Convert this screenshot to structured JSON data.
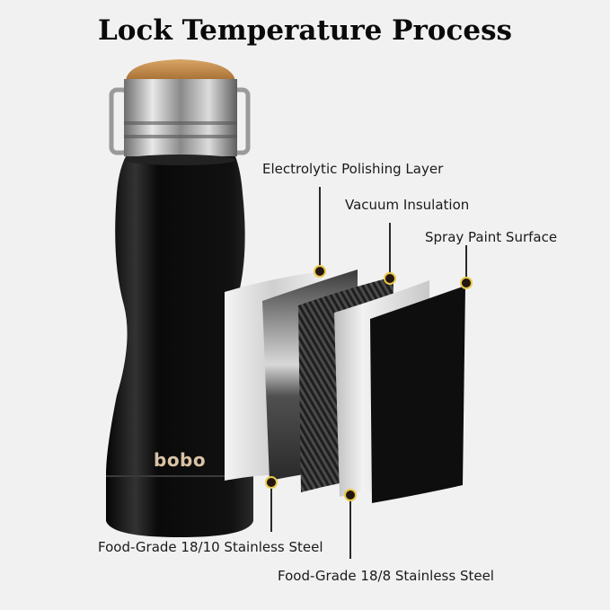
{
  "title": "Lock Temperature Process",
  "product": {
    "brand": "bobo",
    "body_color": "#0b0b0b",
    "lid_color": "#c08a4c",
    "cap_color": "#b9b9b9"
  },
  "layers": [
    {
      "label": "Electrolytic Polishing Layer",
      "color": "#e6e6e6"
    },
    {
      "label": "Vacuum Insulation",
      "color": "#2c2c2c"
    },
    {
      "label": "Spray Paint Surface",
      "color": "#0f0f0f"
    },
    {
      "label": "Food-Grade 18/10 Stainless Steel",
      "color": "#8a8a8a"
    },
    {
      "label": "Food-Grade 18/8 Stainless Steel",
      "color": "#d0d0d0"
    }
  ],
  "colors": {
    "background": "#f1f1f1",
    "dot_ring": "#e8c94a",
    "dot_fill": "#231510"
  }
}
